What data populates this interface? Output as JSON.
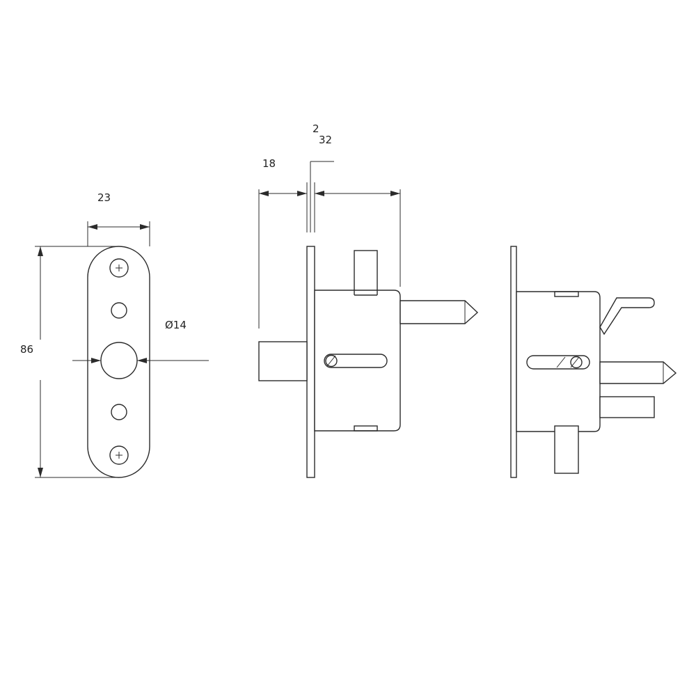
{
  "dimensions": {
    "width": "23",
    "height": "86",
    "hole_diameter": "Ø14",
    "depth": "18",
    "plate_thickness": "2",
    "body_length": "32"
  },
  "colors": {
    "line": "#2b2b2b",
    "background": "#ffffff"
  }
}
